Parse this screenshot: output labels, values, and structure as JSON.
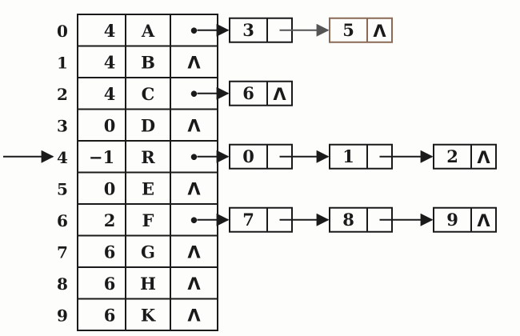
{
  "rows": [
    {
      "index": "0",
      "parent": "4",
      "data": "A",
      "child": "•",
      "list": [
        "3",
        "5"
      ]
    },
    {
      "index": "1",
      "parent": "4",
      "data": "B",
      "child": "Λ",
      "list": []
    },
    {
      "index": "2",
      "parent": "4",
      "data": "C",
      "child": "•",
      "list": [
        "6"
      ]
    },
    {
      "index": "3",
      "parent": "0",
      "data": "D",
      "child": "Λ",
      "list": []
    },
    {
      "index": "4",
      "parent": "−1",
      "data": "R",
      "child": "•",
      "list": [
        "0",
        "1",
        "2"
      ]
    },
    {
      "index": "5",
      "parent": "0",
      "data": "E",
      "child": "Λ",
      "list": []
    },
    {
      "index": "6",
      "parent": "2",
      "data": "F",
      "child": "•",
      "list": [
        "7",
        "8",
        "9"
      ]
    },
    {
      "index": "7",
      "parent": "6",
      "data": "G",
      "child": "Λ",
      "list": []
    },
    {
      "index": "8",
      "parent": "6",
      "data": "H",
      "child": "Λ",
      "list": []
    },
    {
      "index": "9",
      "parent": "6",
      "data": "K",
      "child": "Λ",
      "list": []
    }
  ],
  "null_symbol": "Λ",
  "root_row": 4,
  "colors": {
    "line": "#1a1a1a",
    "faded_node": "#8a6a55"
  }
}
